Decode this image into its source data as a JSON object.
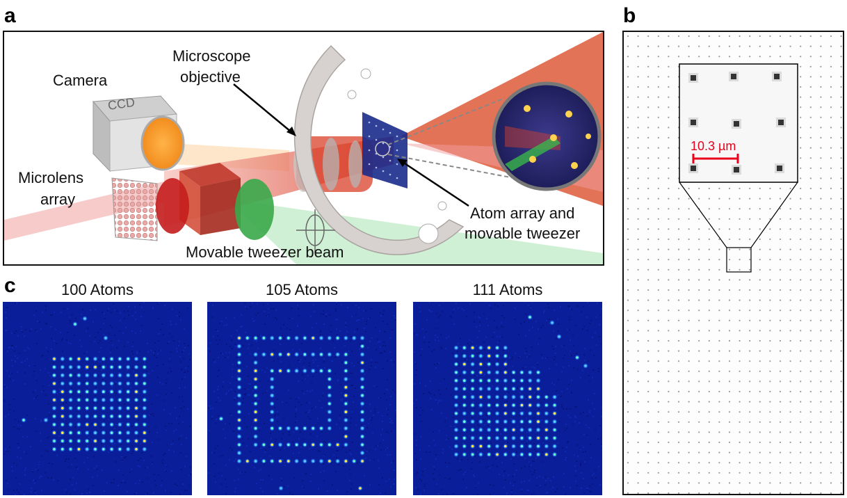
{
  "panels": {
    "a": {
      "letter": "a",
      "labels": {
        "camera": "Camera",
        "ccd": "CCD",
        "objective_line1": "Microscope",
        "objective_line2": "objective",
        "microlens_line1": "Microlens",
        "microlens_line2": "array",
        "movable_beam": "Movable tweezer beam",
        "atom_array_line1": "Atom array and",
        "atom_array_line2": "movable tweezer"
      }
    },
    "b": {
      "letter": "b",
      "scale_bar": "10.3 µm"
    },
    "c": {
      "letter": "c",
      "images": [
        {
          "title": "100 Atoms"
        },
        {
          "title": "105 Atoms"
        },
        {
          "title": "111 Atoms"
        }
      ]
    }
  },
  "colors": {
    "scale_bar": "#e8001c",
    "atom_background": "#0b1e9a",
    "laser_red": "#d9402a",
    "laser_green": "#39b54a"
  }
}
